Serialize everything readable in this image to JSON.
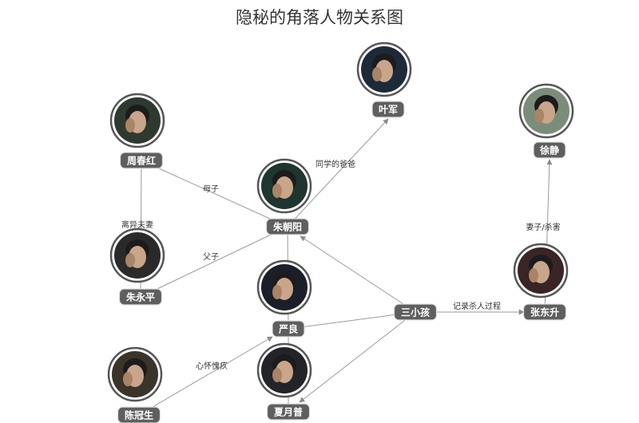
{
  "title": "隐秘的角落人物关系图",
  "nodes": [
    {
      "id": "yejun",
      "label": "叶军",
      "bg": "#1d2a3a"
    },
    {
      "id": "xujing",
      "label": "徐静",
      "bg": "#7c8c7a"
    },
    {
      "id": "zhouchunhong",
      "label": "周春红",
      "bg": "#2e3a30"
    },
    {
      "id": "zhuchaoyang",
      "label": "朱朝阳",
      "bg": "#1f3530"
    },
    {
      "id": "zhuyongping",
      "label": "朱永平",
      "bg": "#2a2a2a"
    },
    {
      "id": "zhangdongsheng",
      "label": "张东升",
      "bg": "#3a2426"
    },
    {
      "id": "yanliang",
      "label": "严良",
      "bg": "#1b1f2a"
    },
    {
      "id": "sanxiaohai",
      "label": "三小孩",
      "bg": null
    },
    {
      "id": "chenguansheng",
      "label": "陈冠生",
      "bg": "#3a342a"
    },
    {
      "id": "xiayuepu",
      "label": "夏月普",
      "bg": "#222428"
    }
  ],
  "edges": [
    {
      "from": "zhuchaoyang",
      "to": "yejun",
      "label": "同学的爸爸",
      "arrow": true
    },
    {
      "from": "zhuchaoyang",
      "to": "zhouchunhong",
      "label": "母子",
      "arrow": false
    },
    {
      "from": "zhouchunhong",
      "to": "zhuyongping",
      "label": "离异夫妻",
      "arrow": false
    },
    {
      "from": "zhuchaoyang",
      "to": "zhuyongping",
      "label": "父子",
      "arrow": false
    },
    {
      "from": "zhuchaoyang",
      "to": "yanliang",
      "label": "",
      "arrow": false
    },
    {
      "from": "sanxiaohai",
      "to": "zhuchaoyang",
      "label": "",
      "arrow": true
    },
    {
      "from": "sanxiaohai",
      "to": "yanliang",
      "label": "",
      "arrow": false
    },
    {
      "from": "sanxiaohai",
      "to": "xiayuepu",
      "label": "",
      "arrow": true
    },
    {
      "from": "sanxiaohai",
      "to": "zhangdongsheng",
      "label": "记录杀人过程",
      "arrow": true
    },
    {
      "from": "zhangdongsheng",
      "to": "xujing",
      "label": "妻子/杀害",
      "arrow": true
    },
    {
      "from": "yanliang",
      "to": "xiayuepu",
      "label": "",
      "arrow": false
    },
    {
      "from": "chenguansheng",
      "to": "yanliang",
      "label": "心怀愧疚",
      "arrow": true
    }
  ]
}
